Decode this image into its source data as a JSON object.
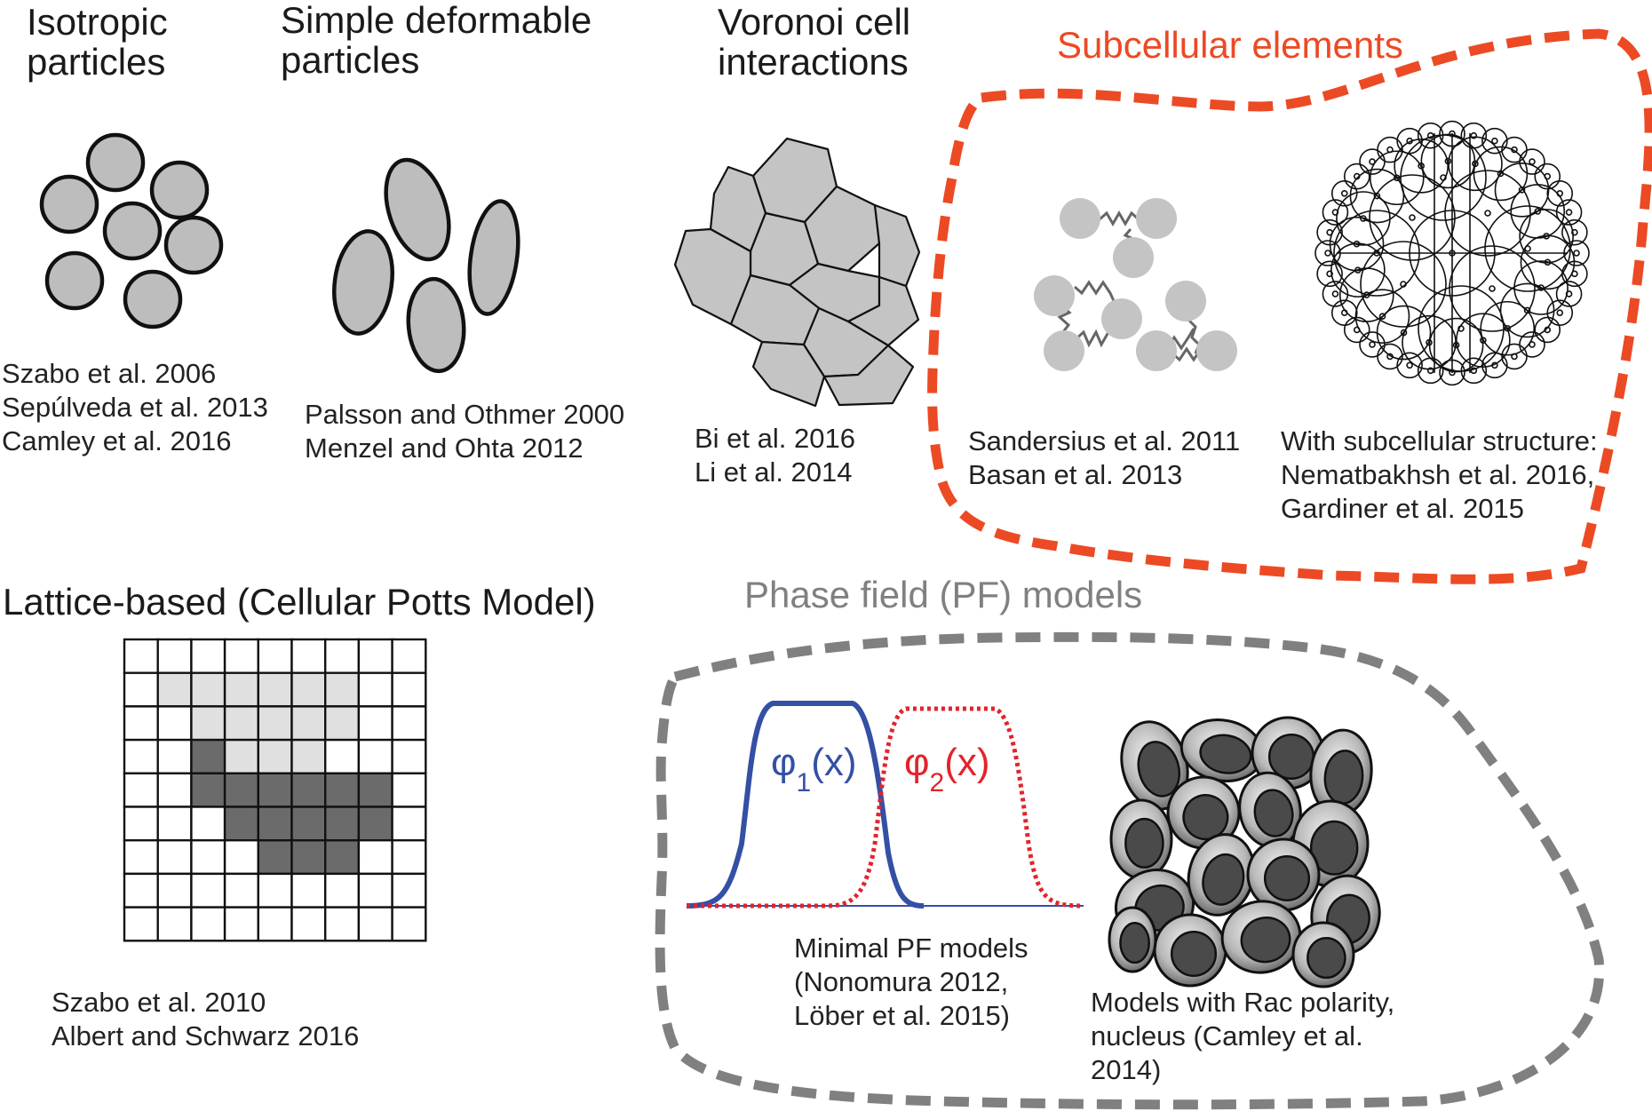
{
  "colors": {
    "subcellular_accent": "#ec4a24",
    "phase_field_accent": "#808080",
    "cell_fill": "#bdbdbd",
    "phi1": "#3450a5",
    "phi2": "#e3232b",
    "lattice_light": "#e0e0e0",
    "lattice_dark": "#6b6b6b"
  },
  "sections": {
    "isotropic": {
      "title": "Isotropic\nparticles",
      "refs": "Szabo et al. 2006\nSepúlveda et al. 2013\nCamley et al. 2016"
    },
    "deformable": {
      "title": "Simple deformable\nparticles",
      "refs": "Palsson and Othmer 2000\nMenzel and Ohta 2012"
    },
    "voronoi": {
      "title": "Voronoi cell\ninteractions",
      "refs": "Bi et al. 2016\nLi et al. 2014"
    },
    "subcellular": {
      "title": "Subcellular elements",
      "refs_left": "Sandersius et al. 2011\nBasan et al. 2013",
      "refs_right": "With subcellular structure:\nNematbakhsh et al. 2016,\nGardiner et al. 2015"
    },
    "lattice": {
      "title": "Lattice-based (Cellular Potts Model)",
      "refs": "Szabo et al. 2010\nAlbert and Schwarz 2016"
    },
    "phase_field": {
      "title": "Phase field (PF) models",
      "phi1_label": "φ1(x)",
      "phi2_label": "φ2(x)",
      "minimal_refs": "Minimal PF models\n(Nonomura 2012,\nLöber et al. 2015)",
      "rac_refs": "Models with Rac polarity,\nnucleus (Camley et al.\n2014)"
    }
  },
  "lattice_grid": {
    "rows": 9,
    "cols": 9,
    "light_cells": [
      [
        1,
        1
      ],
      [
        1,
        2
      ],
      [
        1,
        3
      ],
      [
        1,
        4
      ],
      [
        1,
        5
      ],
      [
        1,
        6
      ],
      [
        2,
        2
      ],
      [
        2,
        3
      ],
      [
        2,
        4
      ],
      [
        2,
        5
      ],
      [
        2,
        6
      ],
      [
        3,
        3
      ],
      [
        3,
        4
      ],
      [
        3,
        5
      ]
    ],
    "dark_cells": [
      [
        3,
        2
      ],
      [
        4,
        2
      ],
      [
        4,
        3
      ],
      [
        4,
        4
      ],
      [
        4,
        5
      ],
      [
        4,
        6
      ],
      [
        4,
        7
      ],
      [
        5,
        3
      ],
      [
        5,
        4
      ],
      [
        5,
        5
      ],
      [
        5,
        6
      ],
      [
        5,
        7
      ],
      [
        6,
        4
      ],
      [
        6,
        5
      ],
      [
        6,
        6
      ]
    ]
  },
  "icons": [
    "isotropic-particles-illustration",
    "deformable-particles-illustration",
    "voronoi-tessellation-illustration",
    "spring-linked-particles-illustration",
    "subcellular-sphere-illustration",
    "lattice-grid-illustration",
    "phase-field-profile-illustration",
    "cell-colony-illustration"
  ]
}
